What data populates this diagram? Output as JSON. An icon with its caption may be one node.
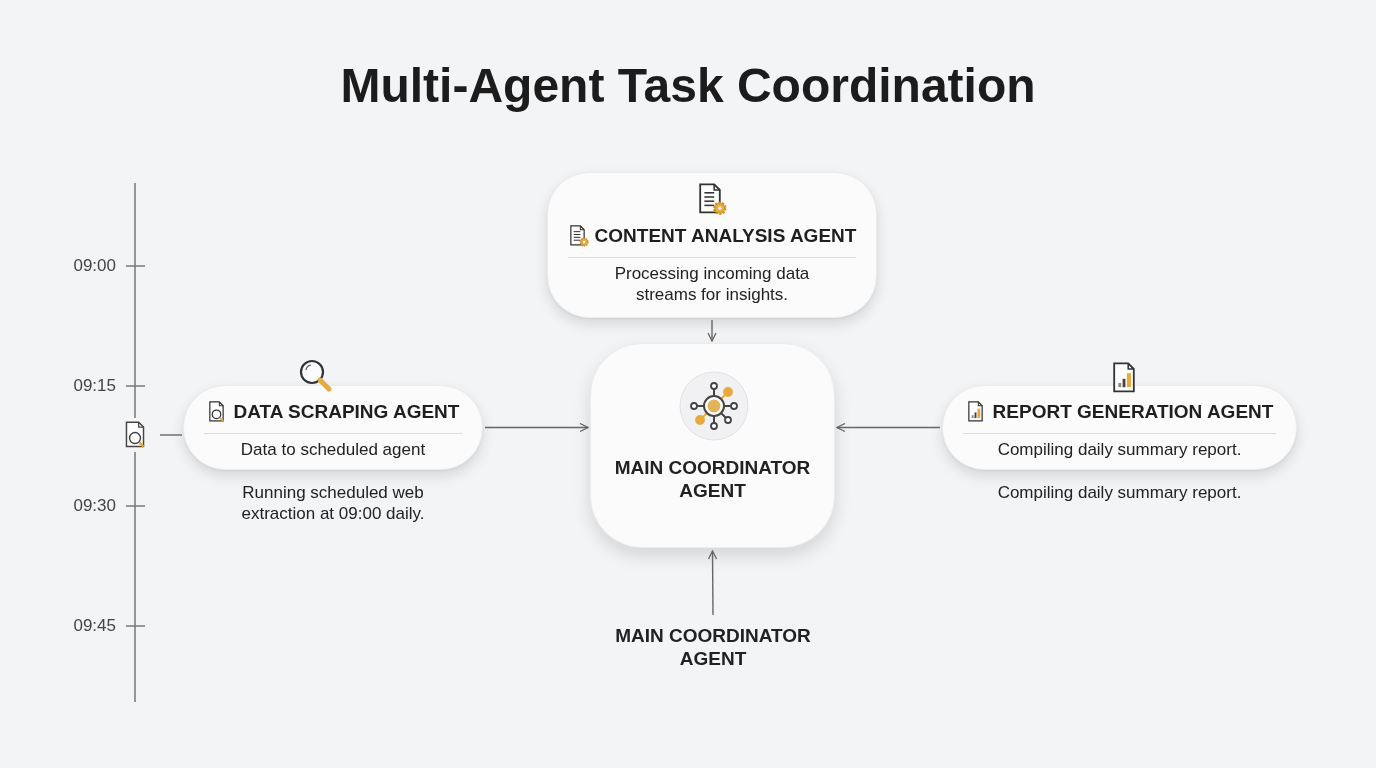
{
  "diagram": {
    "title": "Multi-Agent Task Coordination",
    "nodes": [
      {
        "text": [
          "CONTENT ANALYSIS AGENT",
          "Processing incoming data streams for insights."
        ]
      },
      {
        "text": [
          "DATA SCRAPING AGENT",
          "Data to scheduled agent"
        ],
        "beside": [
          "Running scheduled web extraction at 09:00 daily."
        ]
      },
      {
        "text": [
          "MAIN COORDINATOR AGENT"
        ]
      },
      {
        "text": [
          "REPORT GENERATION AGENT",
          "Compiling daily summary report."
        ],
        "beside": [
          "Compiling daily summary report."
        ]
      },
      {
        "text": [
          "MAIN COORDINATOR AGENT"
        ]
      },
      {
        "text": [],
        "shape": "picture"
      }
    ],
    "edges": [
      {
        "from": 0,
        "to": 2,
        "arrow": "to"
      },
      {
        "from": 1,
        "to": 2,
        "arrow": "to"
      },
      {
        "from": 3,
        "to": 2,
        "arrow": "to"
      },
      {
        "from": 4,
        "to": 2,
        "arrow": "to"
      },
      {
        "from": 5,
        "to": 1,
        "arrow": "none"
      }
    ],
    "labels": [
      "09:00",
      "09:15",
      "09:30",
      "09:45"
    ]
  }
}
